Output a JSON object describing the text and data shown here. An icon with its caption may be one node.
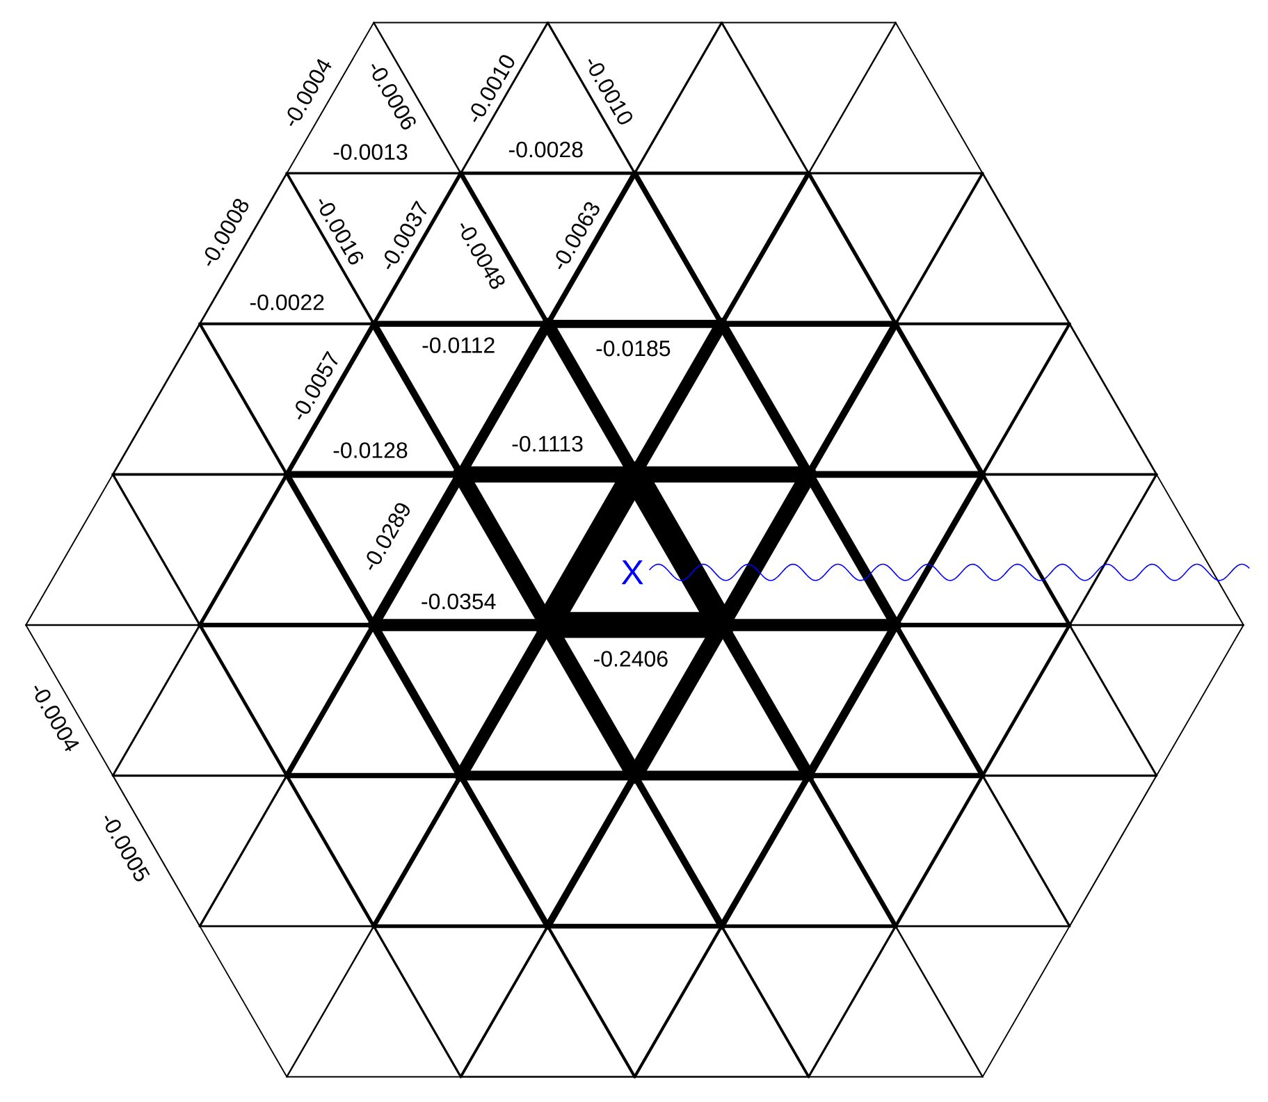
{
  "diagram": {
    "labels": [
      "-0.0004",
      "-0.0006",
      "-0.0010",
      "-0.0010",
      "-0.0013",
      "-0.0028",
      "-0.0008",
      "-0.0016",
      "-0.0037",
      "-0.0048",
      "-0.0063",
      "-0.0022",
      "-0.0112",
      "-0.0185",
      "-0.0057",
      "-0.0128",
      "-0.1113",
      "-0.0289",
      "X",
      "-0.0354",
      "-0.2406",
      "-0.0004",
      "-0.0005"
    ]
  }
}
